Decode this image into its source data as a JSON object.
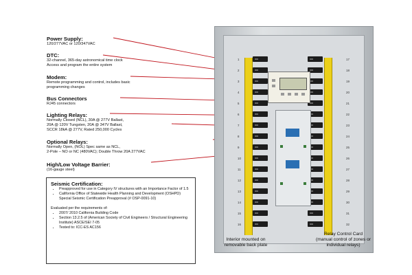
{
  "callouts": [
    {
      "title": "Power Supply:",
      "body": "120/277VAC or 120/347VAC"
    },
    {
      "title": "DTC:",
      "body": "32-channel, 365-day astronomical time clock\nAccess and program the entire system"
    },
    {
      "title": "Modem:",
      "body": "Remote programming and control, includes basic\nprogramming changes"
    },
    {
      "title": "Bus Connectors",
      "body": "RJ45 connectors"
    },
    {
      "title": "Lighting Relays:",
      "body": "Normally Closed (NCL), 30A @ 277V Ballast,\n20A @ 120V Tungsten, 20A @ 347V Ballast,\nSCCR 18kA @ 277V, Rated 250,000 Cycles"
    },
    {
      "title": "Optional Relays:",
      "body": "Normally Open, (NOL) Spec same as NCL,\n2-Pole – NO or NC (480VAC); Double Throw 20A 277VAC"
    },
    {
      "title": "High/Low Voltage Barrier:",
      "body": "(16-gauge steel)"
    }
  ],
  "seismic": {
    "title": "Seismic Certification:",
    "items": [
      "Preapproved for use in Category IV structures with an Importance Factor of 1.5",
      "California Office of Statewide Health Planning and Development (OSHPD) Special Seismic Certification Preapproval (# OSP-0091-10)"
    ],
    "evaluated_intro": "Evaluated per the requirements of:",
    "requirements": [
      "2007/ 2010 California Building Code",
      "Section 13.2.5 of (American Society of Civil Engineers / Structural Engineering Institute) ASCE/SEI 7-05",
      "Tested to: ICC-ES AC156"
    ]
  },
  "bottom_labels": {
    "interior": "Interior mounted on\nremovable back plate",
    "relay_card": "Relay Control Card\n(manual control of zones or\nindividual relays)"
  },
  "relay_numbers": [
    "1",
    "2",
    "3",
    "4",
    "5",
    "6",
    "7",
    "8",
    "9",
    "10",
    "11",
    "12",
    "13",
    "14",
    "15",
    "16",
    "17",
    "18",
    "19",
    "20",
    "21",
    "22",
    "23",
    "24",
    "25",
    "26",
    "27",
    "28",
    "29",
    "30",
    "31",
    "32"
  ],
  "colors": {
    "rail": "#ecd019",
    "leader": "#c0141c",
    "card": "#2a6fb3"
  }
}
